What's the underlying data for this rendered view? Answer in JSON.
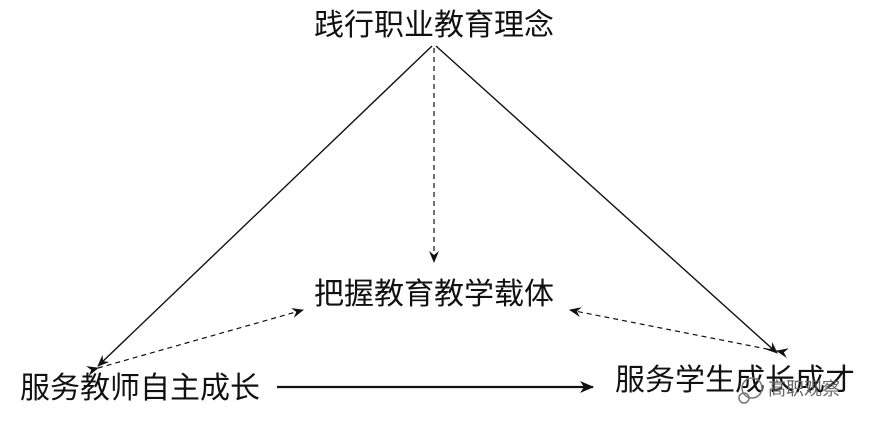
{
  "diagram": {
    "nodes": {
      "top": "践行职业教育理念",
      "center": "把握教育教学载体",
      "left": "服务教师自主成长",
      "right": "服务学生成长成才"
    },
    "watermark": "高职观察"
  },
  "colors": {
    "line": "#111111",
    "text": "#111111",
    "watermark": "#666666",
    "background": "#ffffff"
  }
}
